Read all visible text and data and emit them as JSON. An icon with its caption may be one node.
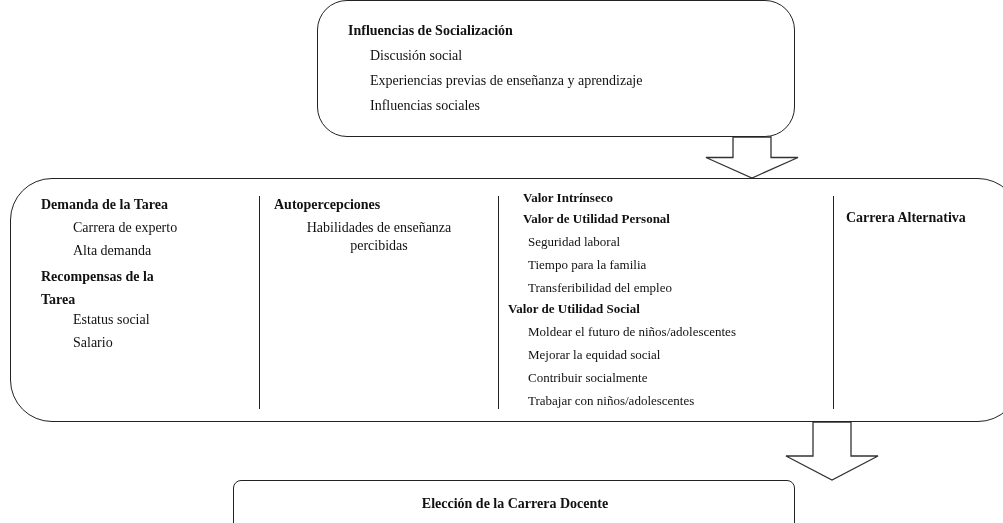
{
  "diagram": {
    "nodes": [
      {
        "text": [
          "Influencias de Socialización",
          "Discusión social",
          "Experiencias previas de enseñanza y aprendizaje",
          "Influencias sociales"
        ]
      },
      {
        "text": [
          "Demanda de la Tarea",
          "Carrera de experto",
          "Alta demanda",
          "Recompensas de la Tarea",
          "Estatus social",
          "Salario",
          "Autopercepciones",
          "Habilidades de enseñanza percibidas",
          "Valor Intrínseco",
          "Valor de Utilidad Personal",
          "Seguridad laboral",
          "Tiempo para la familia",
          "Transferibilidad del empleo",
          "Valor de Utilidad Social",
          "Moldear el futuro de niños/adolescentes",
          "Mejorar la equidad social",
          "Contribuir socialmente",
          "Trabajar con niños/adolescentes",
          "Carrera Alternativa"
        ]
      },
      {
        "text": [
          "Elección de la Carrera Docente"
        ]
      }
    ],
    "edges": [
      {
        "from": 0,
        "to": 1,
        "arrow": "to"
      },
      {
        "from": 1,
        "to": 2,
        "arrow": "to"
      }
    ]
  }
}
